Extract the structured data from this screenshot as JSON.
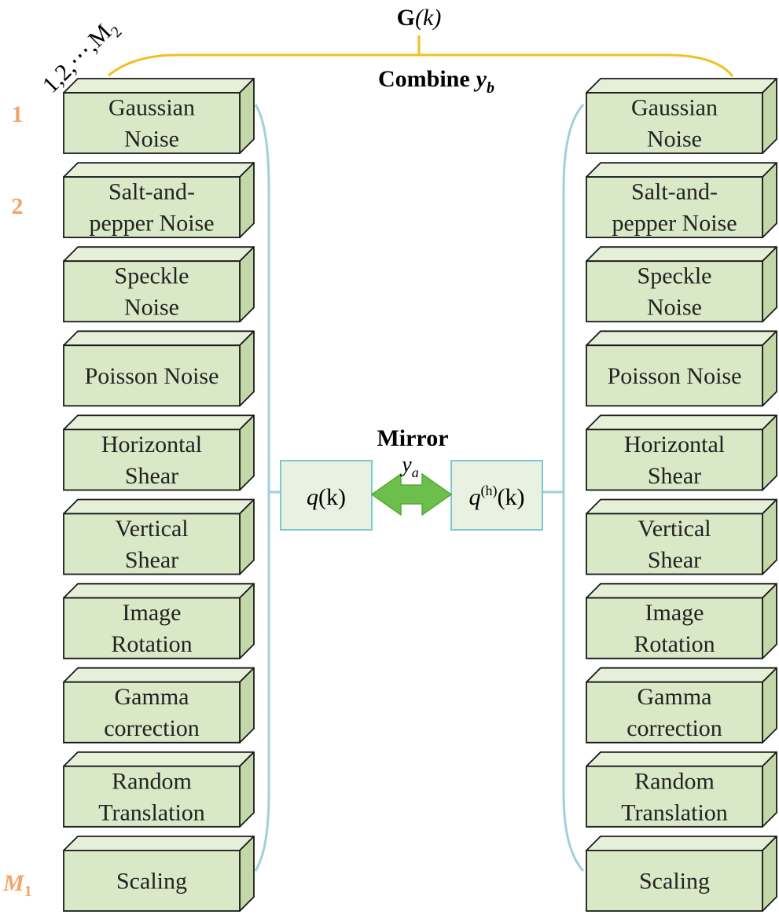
{
  "title": {
    "g_bold": "G",
    "g_rest": "(k)",
    "combine_word": "Combine",
    "combine_var": "y",
    "combine_sub": "b"
  },
  "mirror": {
    "label": "Mirror",
    "var": "y",
    "sub": "a",
    "q_left": {
      "var": "q",
      "rest": "(k)"
    },
    "q_right": {
      "var": "q",
      "sup": "(h)",
      "rest": "(k)"
    }
  },
  "index_labels": {
    "diagonal": "1,2,⋯,M",
    "diagonal_sub": "2",
    "first": "1",
    "second": "2",
    "last_var": "M",
    "last_sub": "1"
  },
  "blocks": [
    {
      "lines": [
        "Gaussian",
        "Noise"
      ]
    },
    {
      "lines": [
        "Salt-and-",
        "pepper Noise"
      ]
    },
    {
      "lines": [
        "Speckle",
        "Noise"
      ]
    },
    {
      "lines": [
        "Poisson Noise"
      ]
    },
    {
      "lines": [
        "Horizontal",
        "Shear"
      ]
    },
    {
      "lines": [
        "Vertical",
        "Shear"
      ]
    },
    {
      "lines": [
        "Image",
        "Rotation"
      ]
    },
    {
      "lines": [
        "Gamma",
        "correction"
      ]
    },
    {
      "lines": [
        "Random",
        "Translation"
      ]
    },
    {
      "lines": [
        "Scaling"
      ]
    }
  ],
  "colors": {
    "block_front": "#d9e8c6",
    "block_side": "#c3d7a8",
    "block_top": "#e6f0d8",
    "block_stroke": "#1a1a1a",
    "bracket_yellow": "#f2c01e",
    "bracket_blue": "#9fd0dc",
    "index_orange": "#f0a56a",
    "mirror_box_fill": "#e9f2e0",
    "mirror_box_stroke": "#7fc6d4",
    "arrow_green": "#6cbf4a"
  }
}
